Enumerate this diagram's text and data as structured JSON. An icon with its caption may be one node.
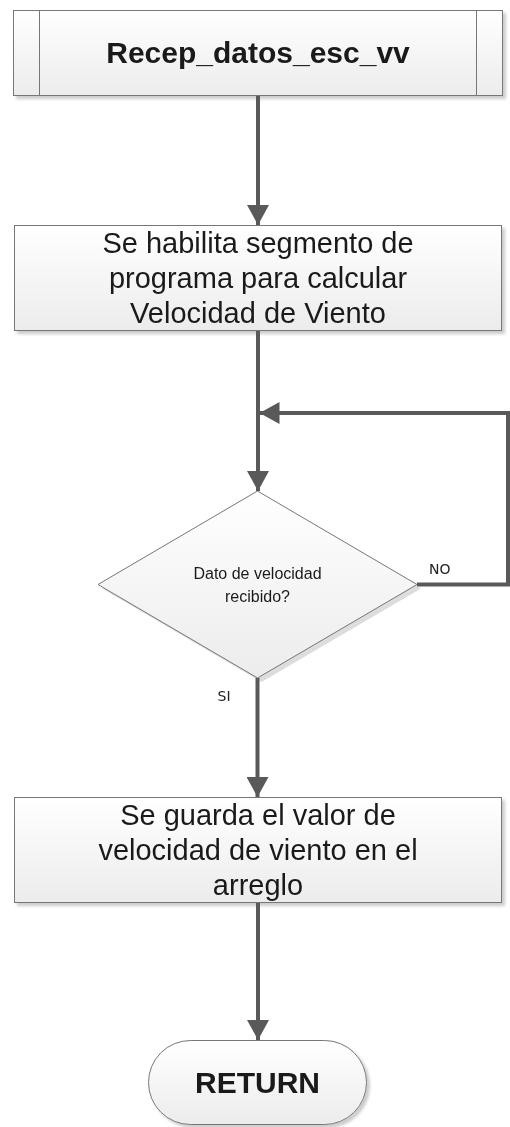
{
  "diagram": {
    "nodes": [
      {
        "text": [
          "Recep_datos_esc_vv"
        ]
      },
      {
        "text": [
          "Se habilita segmento de programa para calcular Velocidad de Viento"
        ]
      },
      {
        "text": [
          "Dato de velocidad recibido?"
        ]
      },
      {
        "text": [
          "Se guarda el valor de velocidad de viento en el arreglo"
        ]
      },
      {
        "text": [
          "RETURN"
        ]
      }
    ],
    "edges": [
      {
        "from": 0,
        "to": 1,
        "arrow": "to"
      },
      {
        "from": 1,
        "to": 2,
        "arrow": "to"
      },
      {
        "from": 2,
        "to": 2,
        "arrow": "to",
        "label": "NO"
      },
      {
        "from": 2,
        "to": 3,
        "arrow": "to",
        "label": "SI"
      },
      {
        "from": 3,
        "to": 4,
        "arrow": "to"
      }
    ]
  }
}
